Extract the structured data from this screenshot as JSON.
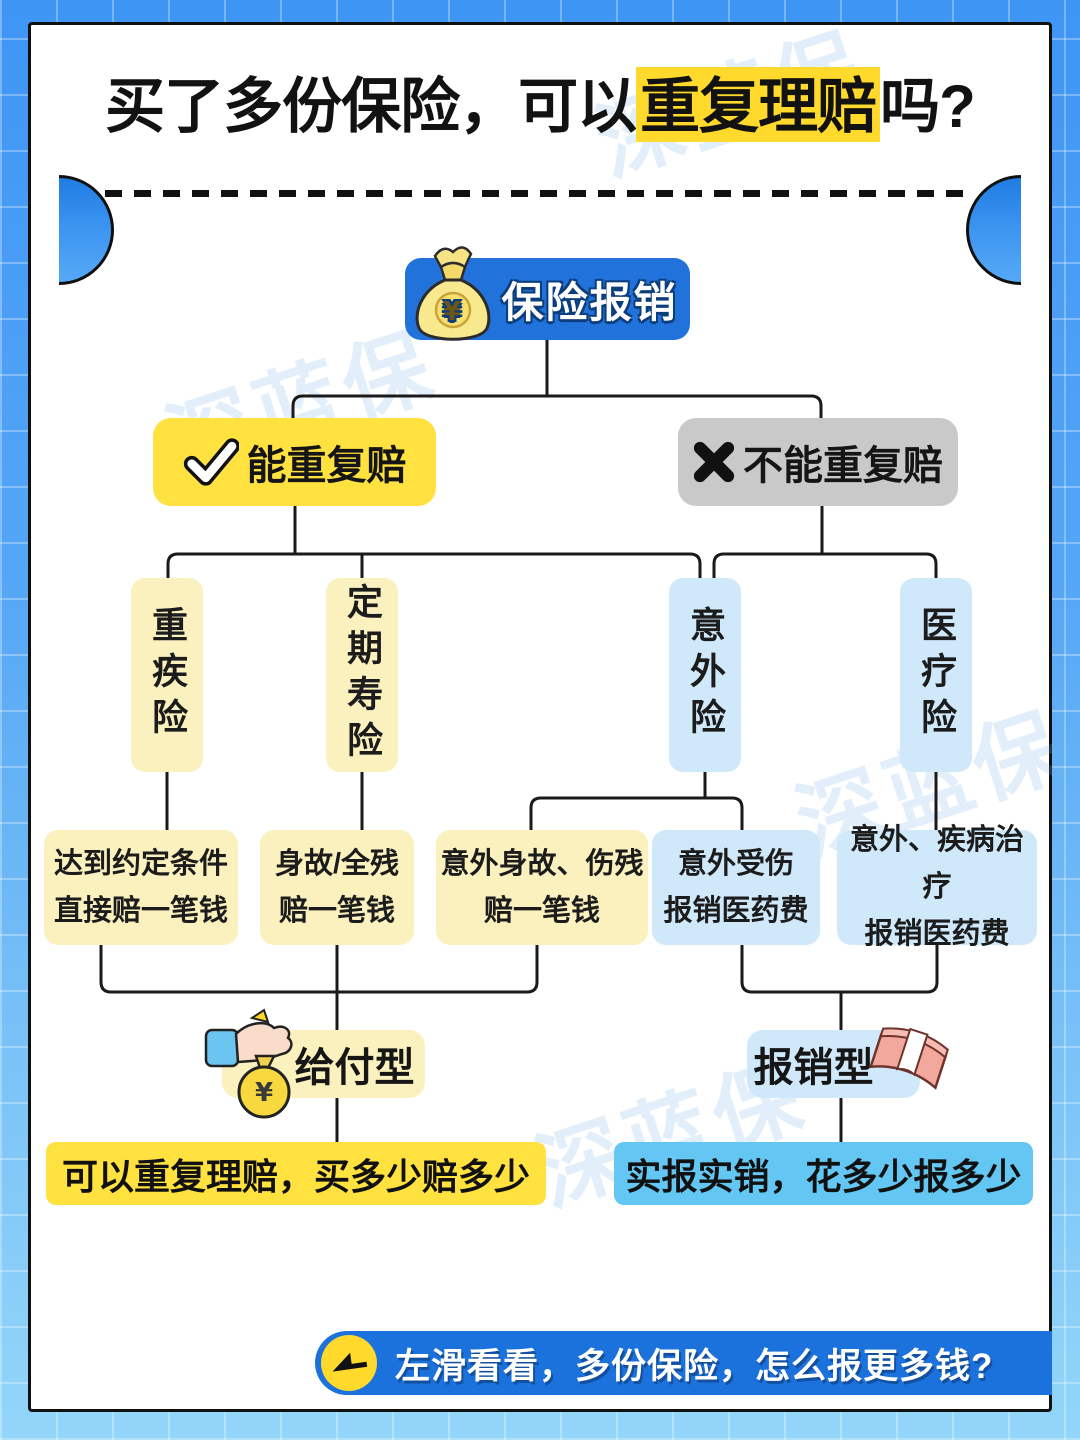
{
  "title": {
    "pre": "买了多份保险，可以",
    "highlight": "重复理赔",
    "post": "吗?"
  },
  "tree": {
    "root": {
      "label": "保险报销"
    },
    "branch_yes": {
      "label": "能重复赔"
    },
    "branch_no": {
      "label": "不能重复赔"
    },
    "types": [
      {
        "label": "重疾险"
      },
      {
        "label": "定期寿险"
      },
      {
        "label": "意外险"
      },
      {
        "label": "医疗险"
      }
    ],
    "details": [
      {
        "line1": "达到约定条件",
        "line2": "直接赔一笔钱"
      },
      {
        "line1": "身故/全残",
        "line2": "赔一笔钱"
      },
      {
        "line1": "意外身故、伤残",
        "line2": "赔一笔钱"
      },
      {
        "line1": "意外受伤",
        "line2": "报销医药费"
      },
      {
        "line1": "意外、疾病治疗",
        "line2": "报销医药费"
      }
    ],
    "payout_give": {
      "label": "给付型"
    },
    "payout_reimburse": {
      "label": "报销型"
    },
    "result_give": {
      "label": "可以重复理赔，买多少赔多少"
    },
    "result_reimburse": {
      "label": "实报实销，花多少报多少"
    }
  },
  "footer": {
    "label": "左滑看看，多份保险，怎么报更多钱?"
  },
  "watermark": {
    "text": "深蓝保"
  },
  "currency_symbol": "¥",
  "colors": {
    "background_blue": "#3e95f4",
    "node_blue": "#2173db",
    "accent_yellow": "#ffe13f",
    "highlight_yellow": "#ffd92b",
    "pale_yellow": "#faf1be",
    "pale_blue": "#cfe9fb",
    "sky_blue": "#63c6f3",
    "gray": "#c9c9c9",
    "footer_blue": "#1b72dc"
  }
}
